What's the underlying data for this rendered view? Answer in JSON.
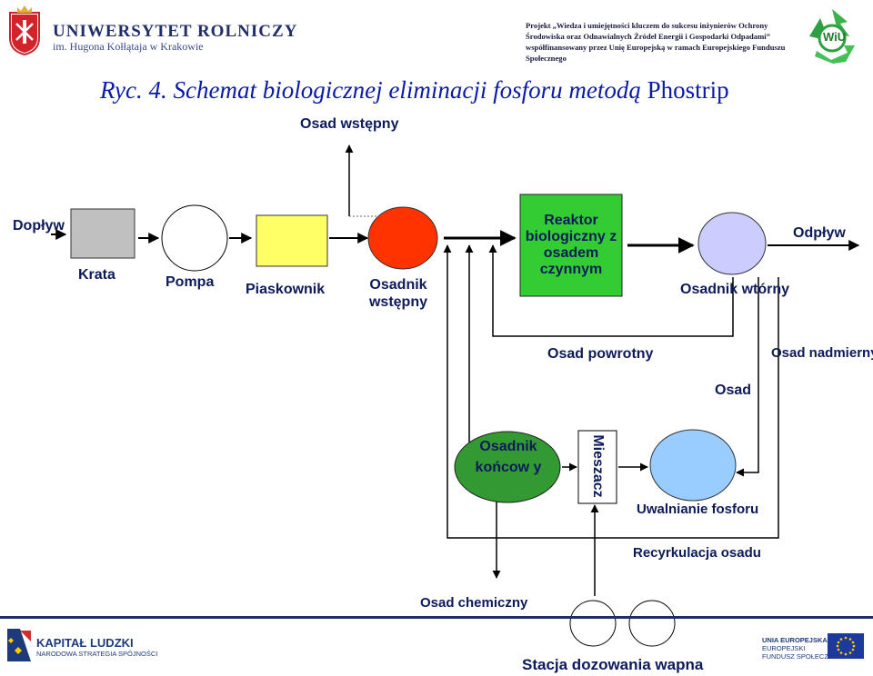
{
  "header": {
    "university_name": "UNIWERSYTET ROLNICZY",
    "university_subtitle": "im. Hugona Kołłątaja w Krakowie",
    "project_text": "Projekt „Wiedza i umiejętności kluczem do sukcesu inżynierów Ochrony Środowiska oraz Odnawialnych Źródeł Energii i Gospodarki Odpadami” współfinansowany przez Unię Europejską w ramach Europejskiego Funduszu Społecznego",
    "wiu_logo_text": "WiU"
  },
  "title": {
    "italic": "Ryc. 4. Schemat biologicznej eliminacji fosforu metodą",
    "plain": "Phostrip"
  },
  "diagram": {
    "osad_wstepny_top": "Osad wstępny",
    "doplyw": "Dopływ",
    "krata": "Krata",
    "pompa": "Pompa",
    "piaskownik": "Piaskownik",
    "osadnik_wstepny": "Osadnik wstępny",
    "reaktor": "Reaktor biologiczny z osadem czynnym",
    "osadnik_wtorny": "Osadnik wtórny",
    "odplyw": "Odpływ",
    "osad_powrotny": "Osad powrotny",
    "osad_nadmierny": "Osad nadmierny",
    "osad": "Osad",
    "osadnik_koncowy": "Osadnik końcow y",
    "mieszacz": "Mieszacz",
    "uwalnianie": "Uwalnianie fosforu",
    "recyrkulacja": "Recyrkulacja osadu",
    "osad_chemiczny": "Osad chemiczny",
    "stacja": "Stacja dozowania wapna"
  },
  "footer": {
    "kapital_ludzki": "KAPITAŁ LUDZKI",
    "kapital_sub": "NARODOWA STRATEGIA SPÓJNOŚCI",
    "eu_line1": "UNIA EUROPEJSKA",
    "eu_line2": "EUROPEJSKI",
    "eu_line3": "FUNDUSZ SPOŁECZNY"
  },
  "colors": {
    "krata": "#c0c0c0",
    "piaskownik": "#ffff66",
    "osadnik_wstepny": "#ff3300",
    "reaktor": "#33cc33",
    "osadnik_wtorny": "#ccccff",
    "osadnik_koncowy": "#339933",
    "uwalnianie": "#99ccff",
    "lines": "#000000"
  }
}
